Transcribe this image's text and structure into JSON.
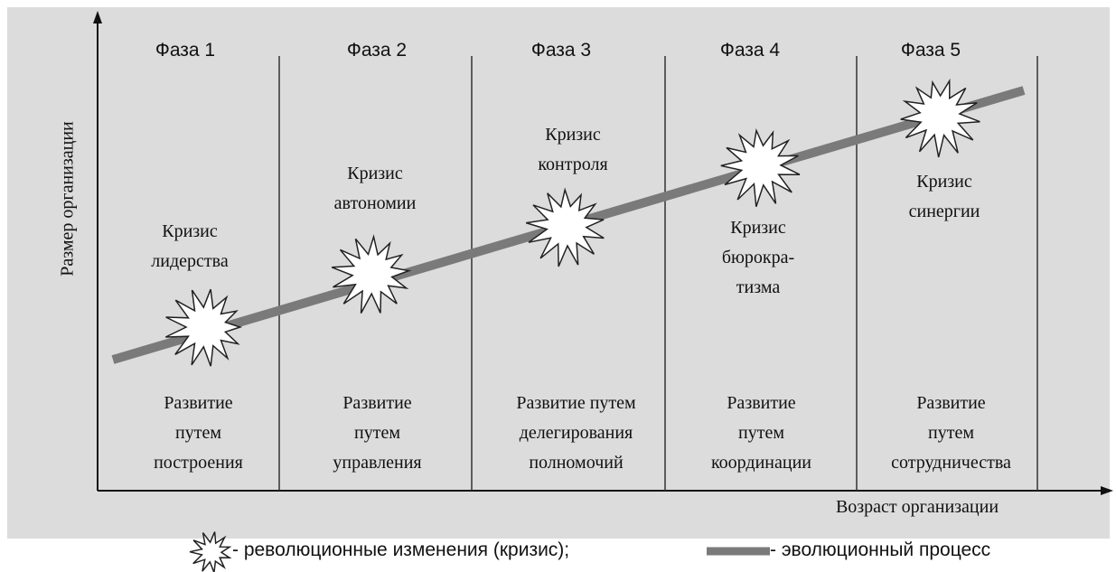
{
  "diagram": {
    "y_axis_label": "Размер организации",
    "x_axis_label": "Возраст организации",
    "phases": [
      {
        "title": "Фаза 1",
        "crisis": [
          "Кризис",
          "лидерства"
        ],
        "development": [
          "Развитие",
          "путем",
          "построения"
        ]
      },
      {
        "title": "Фаза 2",
        "crisis": [
          "Кризис",
          "автономии"
        ],
        "development": [
          "Развитие",
          "путем",
          "управления"
        ]
      },
      {
        "title": "Фаза 3",
        "crisis": [
          "Кризис",
          "контроля"
        ],
        "development": [
          "Развитие путем",
          "делегирования",
          "полномочий"
        ]
      },
      {
        "title": "Фаза 4",
        "crisis": [
          "Кризис",
          "бюрокра-",
          "тизма"
        ],
        "development": [
          "Развитие",
          "путем",
          "координации"
        ]
      },
      {
        "title": "Фаза 5",
        "crisis": [
          "Кризис",
          "синергии"
        ],
        "development": [
          "Развитие",
          "путем",
          "сотрудничества"
        ]
      }
    ],
    "legend": {
      "revolution": "- революционные  изменения (кризис);",
      "evolution": "- эволюционный  процесс"
    },
    "colors": {
      "background": "#dcdcdc",
      "line": "#7a7a7a",
      "axis": "#111111",
      "starburst_fill": "#ffffff",
      "starburst_stroke": "#222222"
    }
  }
}
